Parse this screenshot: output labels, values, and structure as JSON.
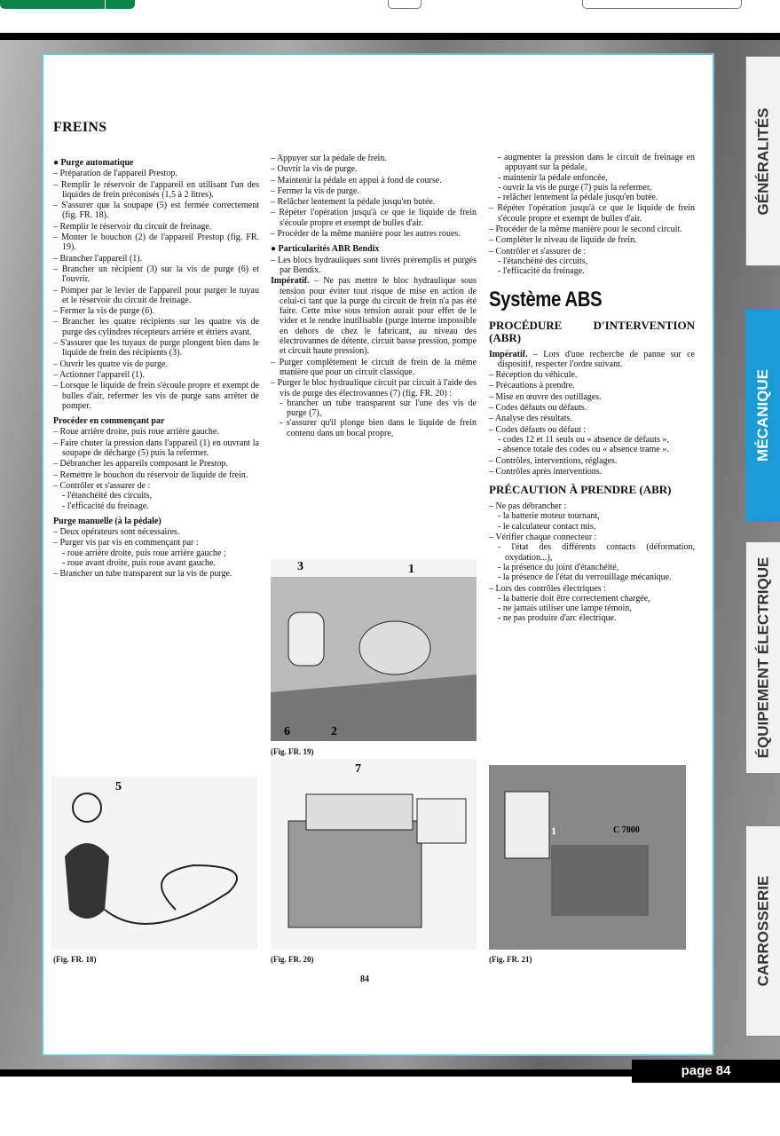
{
  "viewer": {
    "page_label": "page 84"
  },
  "tabs": [
    {
      "label": "GÉNÉRALITÉS",
      "active": false
    },
    {
      "label": "MÉCANIQUE",
      "active": true
    },
    {
      "label": "ÉQUIPEMENT ÉLECTRIQUE",
      "active": false
    },
    {
      "label": "CARROSSERIE",
      "active": false
    }
  ],
  "accent_color": "#1a9ad6",
  "doc": {
    "title": "FREINS",
    "page_number": "84",
    "columns": [
      [
        {
          "t": "h",
          "x": "● Purge automatique"
        },
        {
          "t": "d",
          "x": "– Préparation de l'appareil Prestop."
        },
        {
          "t": "d",
          "x": "– Remplir le réservoir de l'appareil en utilisant l'un des liquides de frein préconisés (1,5 à 2 litres)."
        },
        {
          "t": "d",
          "x": "– S'assurer que la soupape (5) est fermée correctement (fig. FR. 18)."
        },
        {
          "t": "d",
          "x": "– Remplir le réservoir du circuit de freinage."
        },
        {
          "t": "d",
          "x": "– Monter le bouchon (2) de l'appareil Prestop (fig. FR. 19)."
        },
        {
          "t": "d",
          "x": "– Brancher l'appareil (1)."
        },
        {
          "t": "d",
          "x": "– Brancher un récipient (3) sur la vis de purge (6) et l'ouvrir."
        },
        {
          "t": "d",
          "x": "– Pomper par le levier de l'appareil pour purger le tuyau et le réservoir du circuit de freinage."
        },
        {
          "t": "d",
          "x": "– Fermer la vis de purge (6)."
        },
        {
          "t": "d",
          "x": "– Brancher les quatre récipients sur les quatre vis de purge des cylindres récepteurs arrière et étriers avant."
        },
        {
          "t": "d",
          "x": "– S'assurer que les tuyaux de purge plongent bien dans le liquide de frein des récipients (3)."
        },
        {
          "t": "d",
          "x": "– Ouvrir les quatre vis de purge."
        },
        {
          "t": "d",
          "x": "– Actionner l'appareil (1)."
        },
        {
          "t": "d",
          "x": "– Lorsque le liquide de frein s'écoule propre et exempt de bulles d'air, refermer les vis de purge sans arrêter de pomper."
        },
        {
          "t": "h",
          "x": "Procéder en commençant par"
        },
        {
          "t": "d",
          "x": "– Roue arrière droite, puis roue arrière gauche."
        },
        {
          "t": "d",
          "x": "– Faire chuter la pression dans l'appareil (1) en ouvrant la soupape de décharge (5) puis la refermer."
        },
        {
          "t": "d",
          "x": "– Débrancher les appareils composant le Prestop."
        },
        {
          "t": "d",
          "x": "– Remettre le bouchon du réservoir de liquide de frein."
        },
        {
          "t": "d",
          "x": "– Contrôler et s'assurer de :"
        },
        {
          "t": "s",
          "x": "- l'étanchéité des circuits,"
        },
        {
          "t": "s",
          "x": "- l'efficacité du freinage."
        },
        {
          "t": "h",
          "x": "Purge manuelle (à la pédale)"
        },
        {
          "t": "d",
          "x": "– Deux opérateurs sont nécessaires."
        },
        {
          "t": "d",
          "x": "– Purger vis par vis en commençant par :"
        },
        {
          "t": "s",
          "x": "- roue arrière droite, puis roue arrière gauche ;"
        },
        {
          "t": "s",
          "x": "- roue avant droite, puis roue avant gauche."
        },
        {
          "t": "d",
          "x": "– Brancher un tube transparent sur la vis de purge."
        }
      ],
      [
        {
          "t": "d",
          "x": "– Appuyer sur la pédale de frein."
        },
        {
          "t": "d",
          "x": "– Ouvrir la vis de purge."
        },
        {
          "t": "d",
          "x": "– Maintenir la pédale en appui à fond de course."
        },
        {
          "t": "d",
          "x": "– Fermer la vis de purge."
        },
        {
          "t": "d",
          "x": "– Relâcher lentement la pédale jusqu'en butée."
        },
        {
          "t": "d",
          "x": "– Répéter l'opération jusqu'à ce que le liquide de frein s'écoule propre et exempt de bulles d'air."
        },
        {
          "t": "d",
          "x": "– Procéder de la même manière pour les autres roues."
        },
        {
          "t": "h",
          "x": "● Particularités ABR Bendix"
        },
        {
          "t": "d",
          "x": "– Les blocs hydrauliques sont livrés préremplis et purgés par Bendix."
        },
        {
          "t": "p",
          "b": "Impératif.",
          "x": " – Ne pas mettre le bloc hydraulique sous tension pour éviter tout risque de mise en action de celui-ci tant que la purge du circuit de frein n'a pas été faite. Cette mise sous tension aurait pour effet de le vider et le rendre inutilisable (purge interne impossible en dehors de chez le fabricant, au niveau des électrovannes de détente, circuit basse pression, pompe et circuit haute pression)."
        },
        {
          "t": "d",
          "x": "– Purger complètement le circuit de frein de la même manière que pour un circuit classique."
        },
        {
          "t": "d",
          "x": "– Purger le bloc hydraulique circuit par circuit à l'aide des vis de purge des électrovannes (7) (fig. FR. 20) :"
        },
        {
          "t": "s",
          "x": "- brancher un tube transparent sur l'une des vis de purge (7),"
        },
        {
          "t": "s",
          "x": "- s'assurer qu'il plonge bien dans le liquide de frein contenu dans un bocal propre,"
        }
      ],
      [
        {
          "t": "s",
          "x": "- augmenter la pression dans le circuit de freinage en appuyant sur la pédale,"
        },
        {
          "t": "s",
          "x": "- maintenir la pédale enfoncée,"
        },
        {
          "t": "s",
          "x": "- ouvrir la vis de purge (7) puis la refermer,"
        },
        {
          "t": "s",
          "x": "- relâcher lentement la pédale jusqu'en butée."
        },
        {
          "t": "d",
          "x": "– Répéter l'opération jusqu'à ce que le liquide de frein s'écoule propre et exempt de bulles d'air."
        },
        {
          "t": "d",
          "x": "– Procéder de la même manière pour le second circuit."
        },
        {
          "t": "d",
          "x": "– Compléter le niveau de liquide de frein."
        },
        {
          "t": "d",
          "x": "– Contrôler et s'assurer de :"
        },
        {
          "t": "s",
          "x": "- l'étanchéité des circuits,"
        },
        {
          "t": "s",
          "x": "- l'efficacité du freinage."
        },
        {
          "t": "big",
          "x": "Système ABS"
        },
        {
          "t": "h2",
          "x": "PROCÉDURE D'INTERVENTION (ABR)"
        },
        {
          "t": "p",
          "b": "Impératif.",
          "x": " – Lors d'une recherche de panne sur ce dispositif, respecter l'ordre suivant."
        },
        {
          "t": "d",
          "x": "– Réception du véhicule."
        },
        {
          "t": "d",
          "x": "– Précautions à prendre."
        },
        {
          "t": "d",
          "x": "– Mise en œuvre des outillages."
        },
        {
          "t": "d",
          "x": "– Codes défauts ou défauts."
        },
        {
          "t": "d",
          "x": "– Analyse des résultats."
        },
        {
          "t": "d",
          "x": "– Codes défauts ou défaut :"
        },
        {
          "t": "s",
          "x": "- codes 12 et 11 seuls ou « absence de défauts »,"
        },
        {
          "t": "s",
          "x": "- absence totale des codes ou « absence trame »."
        },
        {
          "t": "d",
          "x": "– Contrôles, interventions, réglages."
        },
        {
          "t": "d",
          "x": "– Contrôles après interventions."
        },
        {
          "t": "h2",
          "x": "PRÉCAUTION À PRENDRE (ABR)"
        },
        {
          "t": "d",
          "x": "– Ne pas débrancher :"
        },
        {
          "t": "s",
          "x": "- la batterie moteur tournant,"
        },
        {
          "t": "s",
          "x": "- le calculateur contact mis."
        },
        {
          "t": "d",
          "x": "– Vérifier chaque connecteur :"
        },
        {
          "t": "s",
          "x": "- l'état des différents contacts (déformation, oxydation...),"
        },
        {
          "t": "s",
          "x": "- la présence du joint d'étanchéité,"
        },
        {
          "t": "s",
          "x": "- la présence de l'état du verrouillage mécanique."
        },
        {
          "t": "d",
          "x": "– Lors des contrôles électriques :"
        },
        {
          "t": "s",
          "x": "- la batterie doit être correctement chargée,"
        },
        {
          "t": "s",
          "x": "- ne jamais utiliser une lampe témoin,"
        },
        {
          "t": "s",
          "x": "- ne pas produire d'arc électrique."
        }
      ]
    ],
    "figures": [
      {
        "caption": "(Fig. FR. 18)",
        "labels": [
          "5"
        ]
      },
      {
        "caption": "(Fig. FR. 19)",
        "labels": [
          "3",
          "1",
          "6",
          "2"
        ]
      },
      {
        "caption": "(Fig. FR. 20)",
        "labels": [
          "7"
        ]
      },
      {
        "caption": "(Fig. FR. 21)",
        "labels": [
          "1",
          "C 7000"
        ]
      }
    ]
  }
}
